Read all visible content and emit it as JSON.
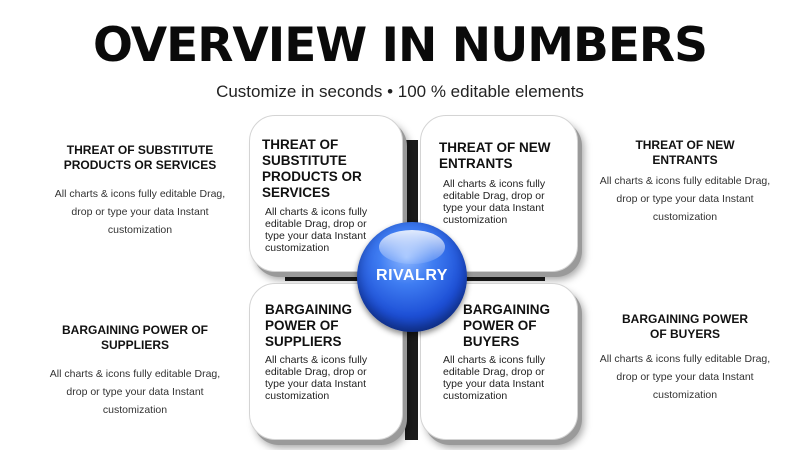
{
  "header": {
    "title": "OVERVIEW IN NUMBERS",
    "subtitle": "Customize in seconds • 100 % editable elements"
  },
  "left_top": {
    "heading": [
      "THREAT OF SUBSTITUTE",
      "PRODUCTS OR SERVICES"
    ],
    "desc": [
      "All charts & icons fully editable Drag,",
      "drop or type your data Instant",
      "customization"
    ]
  },
  "left_bottom": {
    "heading": [
      "BARGAINING POWER OF",
      "SUPPLIERS"
    ],
    "desc": [
      "All charts & icons fully editable Drag,",
      "drop or type your data Instant",
      "customization"
    ]
  },
  "right_top": {
    "heading": [
      "THREAT OF NEW",
      "ENTRANTS"
    ],
    "desc": [
      "All charts & icons fully editable Drag,",
      "drop or type your data Instant",
      "customization"
    ]
  },
  "right_bottom": {
    "heading": [
      "BARGAINING POWER",
      "OF BUYERS"
    ],
    "desc": [
      "All charts & icons fully editable Drag,",
      "drop or type your data Instant",
      "customization"
    ]
  },
  "cards": {
    "top_left": {
      "heading": [
        "THREAT OF",
        "SUBSTITUTE",
        "PRODUCTS OR",
        "SERVICES"
      ],
      "desc": [
        "All charts & icons fully",
        "editable Drag, drop or",
        "type your data Instant",
        "customization"
      ]
    },
    "top_right": {
      "heading": [
        "THREAT OF NEW",
        "ENTRANTS"
      ],
      "desc": [
        "All charts & icons fully",
        "editable Drag, drop or",
        "type your data Instant",
        "customization"
      ]
    },
    "bottom_left": {
      "heading": [
        "BARGAINING",
        "POWER OF",
        "SUPPLIERS"
      ],
      "desc": [
        "All charts & icons fully",
        "editable Drag, drop or",
        "type your data Instant",
        "customization"
      ]
    },
    "bottom_right": {
      "heading": [
        "BARGAINING",
        "POWER OF",
        "BUYERS"
      ],
      "desc": [
        "All charts & icons fully",
        "editable Drag, drop or",
        "type your data Instant",
        "customization"
      ]
    }
  },
  "center": {
    "label": "RIVALRY",
    "color": "#2a63e8"
  },
  "colors": {
    "text": "#111111",
    "frame": "#1b1b1b",
    "card_bg": "#ffffff"
  }
}
